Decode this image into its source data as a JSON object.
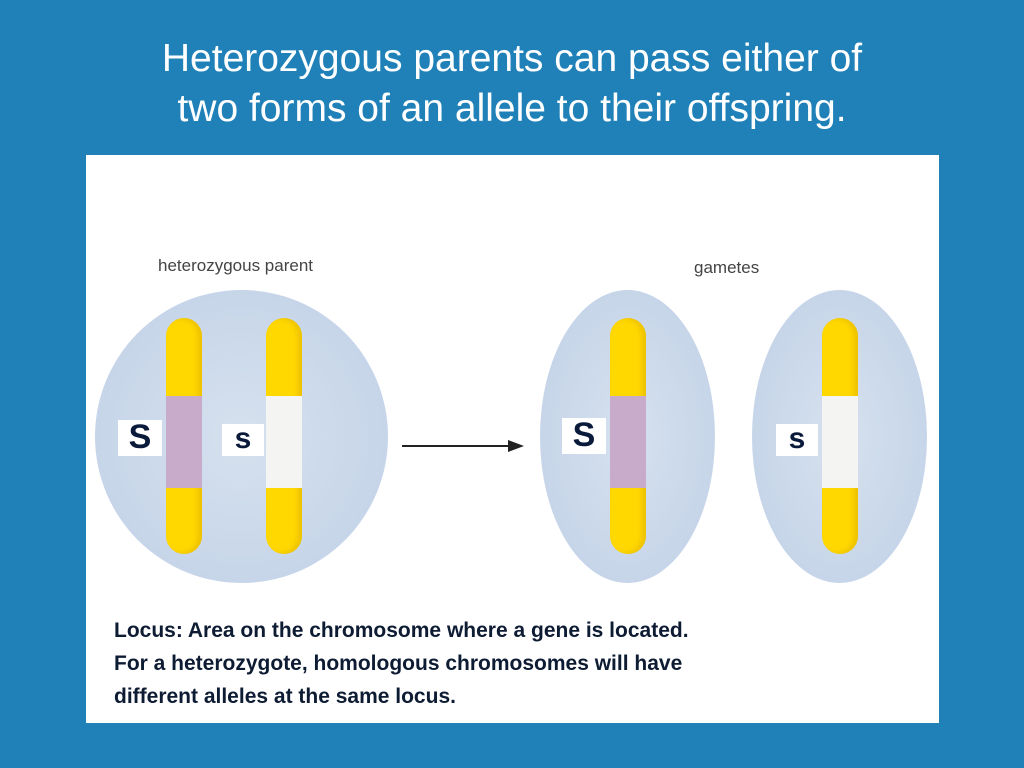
{
  "title": {
    "line1": "Heterozygous parents can pass either of",
    "line2": "two forms of an allele to their offspring."
  },
  "diagram": {
    "parent_label": "heterozygous parent",
    "gametes_label": "gametes",
    "parent_alleles": [
      "S",
      "s"
    ],
    "gamete_alleles": [
      "S",
      "s"
    ],
    "colors": {
      "chromosome": "#ffd800",
      "dominant_locus": "#c8aacb",
      "recessive_locus": "#f4f4f2",
      "cell": "#c9d7ea",
      "background": "#2081b9"
    }
  },
  "caption": {
    "line1": "Locus: Area on the chromosome where a gene is located.",
    "line2": "For a heterozygote, homologous chromosomes will have",
    "line3": "different alleles at the same locus."
  }
}
